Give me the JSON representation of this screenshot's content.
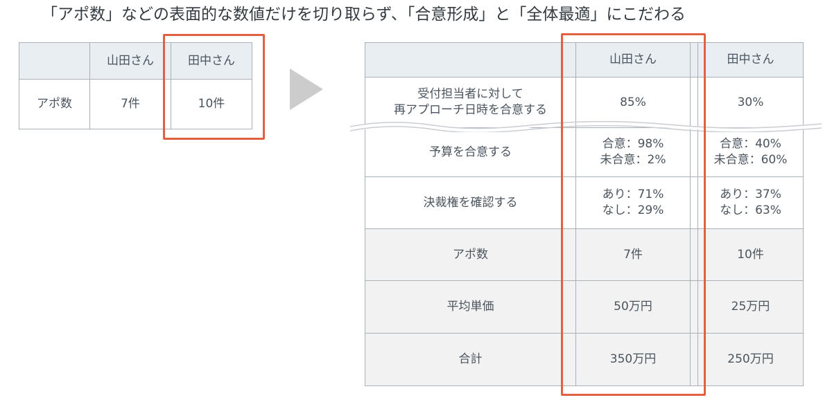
{
  "headline": "「アポ数」などの表面的な数値だけを切り取らず、「合意形成」と「全体最適」にこだわる",
  "small_table": {
    "headers": [
      "",
      "山田さん",
      "田中さん"
    ],
    "row": {
      "label": "アポ数",
      "yamada": "7件",
      "tanaka": "10件"
    }
  },
  "big_table": {
    "headers": [
      "",
      "山田さん",
      "田中さん"
    ],
    "rows": [
      {
        "label": [
          "受付担当者に対して",
          "再アプローチ日時を合意する"
        ],
        "yamada": [
          "85%"
        ],
        "tanaka": [
          "30%"
        ]
      },
      {
        "label": [
          "予算を合意する"
        ],
        "yamada": [
          "合意：98%",
          "未合意：2%"
        ],
        "tanaka": [
          "合意：40%",
          "未合意：60%"
        ]
      },
      {
        "label": [
          "決裁権を確認する"
        ],
        "yamada": [
          "あり：71%",
          "なし：29%"
        ],
        "tanaka": [
          "あり：37%",
          "なし：63%"
        ]
      },
      {
        "label": [
          "アポ数"
        ],
        "yamada": [
          "7件"
        ],
        "tanaka": [
          "10件"
        ]
      },
      {
        "label": [
          "平均単価"
        ],
        "yamada": [
          "50万円"
        ],
        "tanaka": [
          "25万円"
        ]
      },
      {
        "label": [
          "合計"
        ],
        "yamada": [
          "350万円"
        ],
        "tanaka": [
          "250万円"
        ]
      }
    ]
  },
  "colors": {
    "highlight": "#e0603f",
    "header_bg": "#e9eef3",
    "summary_bg": "#f2f2f2",
    "arrow": "#cccccc"
  }
}
